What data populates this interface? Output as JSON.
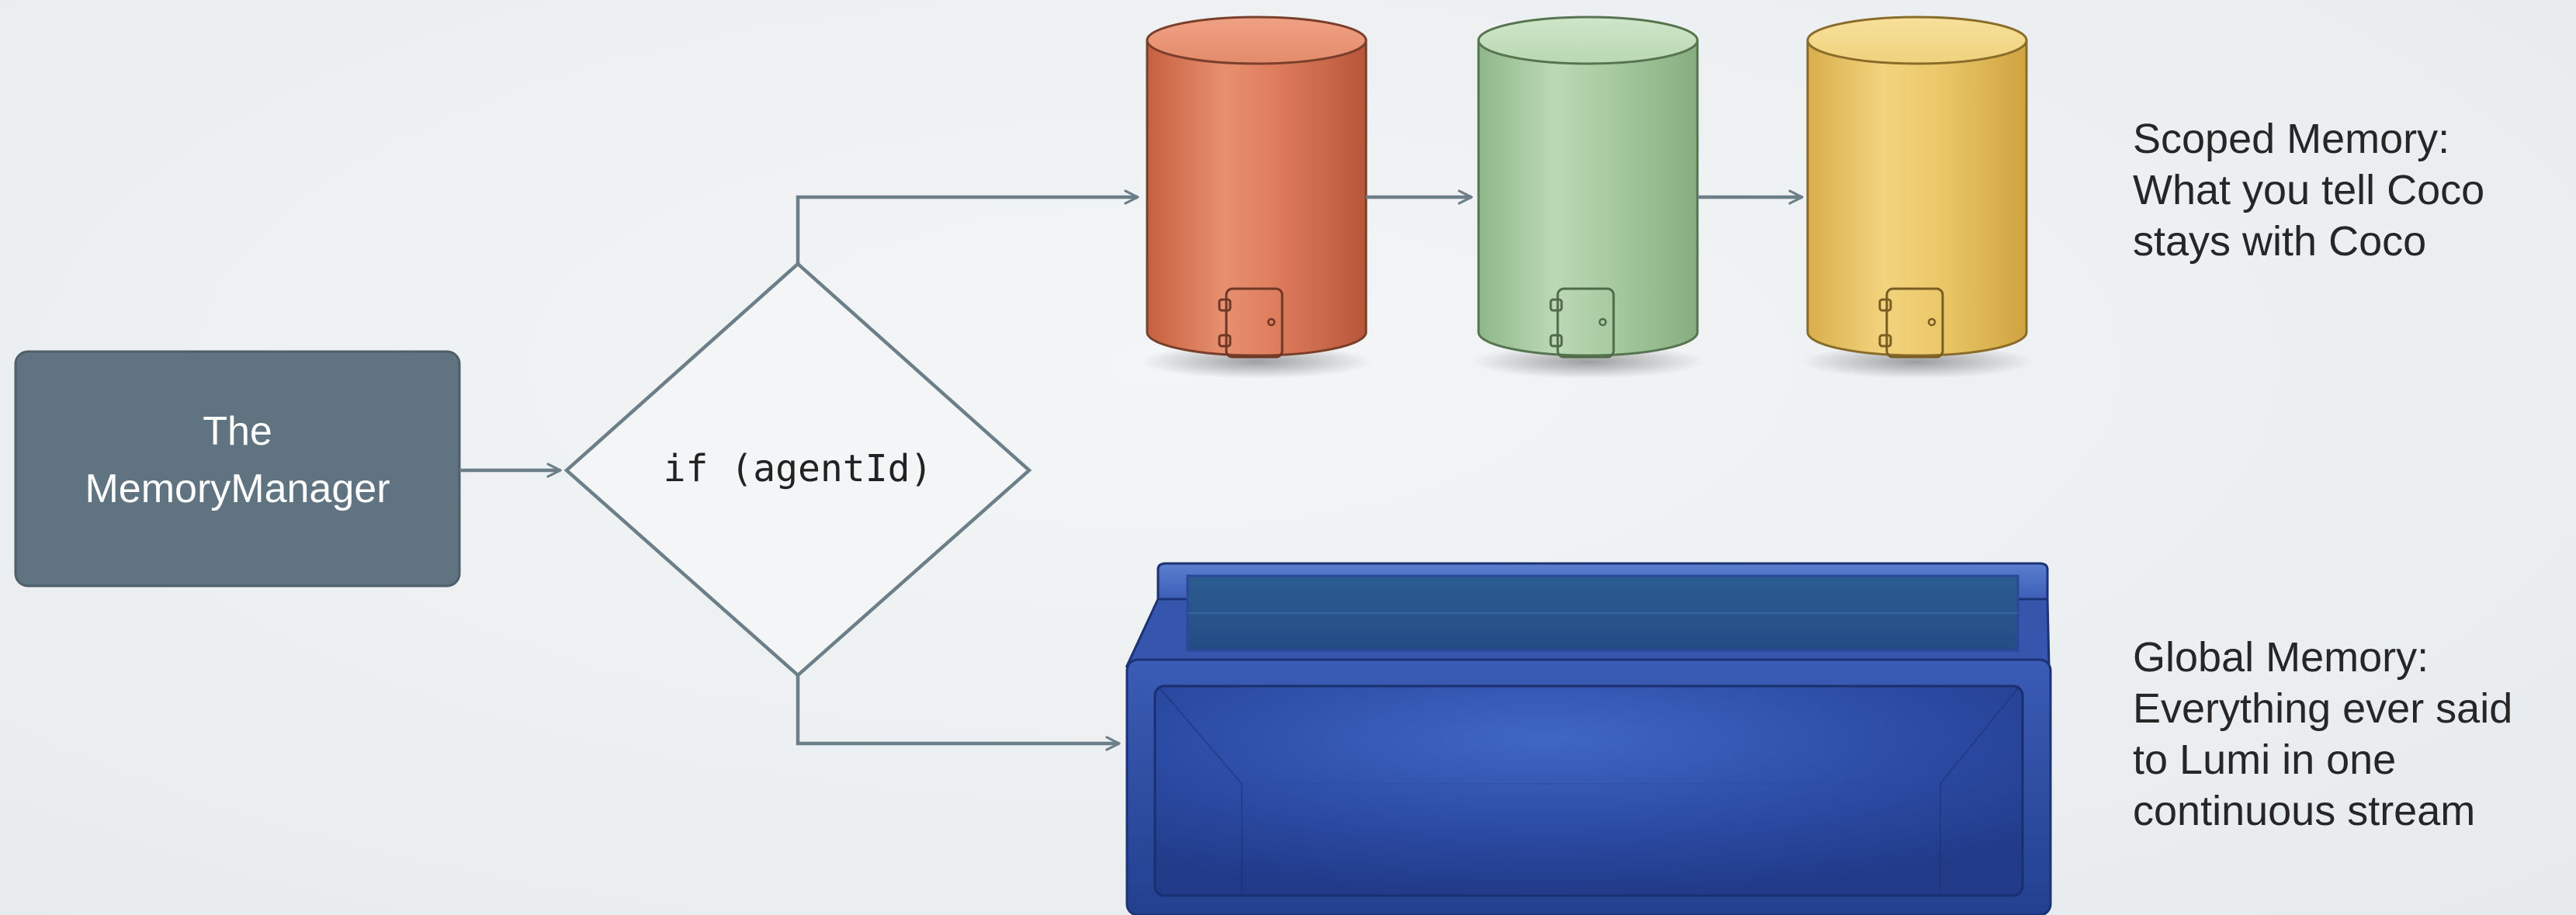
{
  "manager": {
    "line1": "The",
    "line2": "MemoryManager"
  },
  "decision": {
    "label": "if (agentId)"
  },
  "scoped": {
    "caption_lines": [
      "Scoped Memory:",
      "What you tell Coco",
      "stays with Coco"
    ]
  },
  "global": {
    "caption_lines": [
      "Global Memory:",
      "Everything ever said",
      "to Lumi in one",
      "continuous stream"
    ]
  },
  "colors": {
    "manager_box": "#5f7480",
    "connector": "#6c7f89",
    "cylinder_red": "#d8775a",
    "cylinder_green": "#a9c9a2",
    "cylinder_yellow": "#e7c46a",
    "global_tank": "#2c4aa0"
  }
}
